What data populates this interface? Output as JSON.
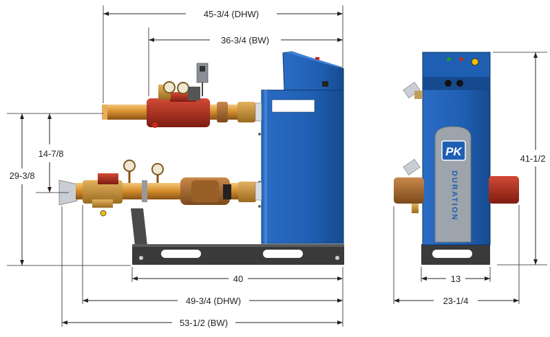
{
  "dimensions": {
    "dhw_top_width": "45-3/4 (DHW)",
    "bw_top_width": "36-3/4 (BW)",
    "inlet_height": "14-7/8",
    "outlet_height": "29-3/8",
    "base_width": "40",
    "dhw_overall_length": "49-3/4 (DHW)",
    "bw_overall_length": "53-1/2 (BW)",
    "side_base_width": "13",
    "side_overall_width": "23-1/4",
    "overall_height": "41-1/2"
  },
  "logo": {
    "text": "PK"
  },
  "side_label": "DURATION",
  "colors": {
    "cabinet_blue": "#1f5fb3",
    "cabinet_blue_dark": "#164a8e",
    "pipe_copper": "#d8902e",
    "valve_red": "#b32a1c",
    "base_black": "#3a3a3a",
    "panel_gray": "#9ea4ab"
  }
}
